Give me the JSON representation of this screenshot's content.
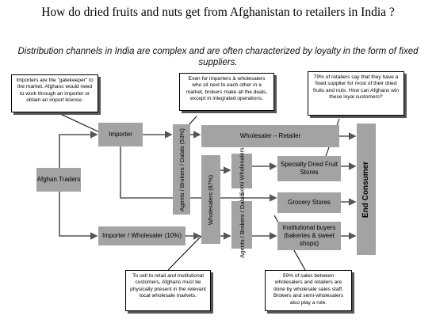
{
  "title": "How do dried fruits and nuts get from Afghanistan to retailers in India ?",
  "subtitle": "Distribution channels in India are complex and are often characterized by loyalty in the form of fixed suppliers.",
  "nodes": {
    "afghan_traders": "Afghan Traders",
    "importer": "Importer",
    "importer_wholesaler": "Importer / Wholesaler (10%)",
    "agents_brokers_dalals_top": "Agents / Brokers / Dalals (53%)",
    "wholesalers": "Wholesalers (87%)",
    "agents_brokers_dalals_bottom": "Agents / Brokers / Dalals",
    "semi_wholesalers": "Semi Wholesalers",
    "wholesaler_retailer": "Wholesaler – Retailer",
    "specialty_stores": "Specialty Dried Fruit Stores",
    "grocery_stores": "Grocery Stores",
    "institutional_buyers": "Institutional buyers (bakeries & sweet shops)",
    "end_consumer": "End Consumer"
  },
  "callouts": {
    "importers_gatekeeper": "Importers are the \"gatekeeper\" to the market. Afghans would need to work through an importer or obtain an import license.",
    "brokers_all_deals": "Even for importers & wholesalers who sit next to each other in a market, brokers make all the deals, except in integrated operations.",
    "fixed_supplier": "79% of retailers say that they have a fixed supplier for most of their dried fruits and nuts. How can Afghans win these loyal customers?",
    "physically_present": "To sell to retail and institutional customers, Afghans must be physically present in the relevant local wholesale markets.",
    "sales_between": "59% of sales between wholesalers and retailers are done by wholesale sales staff. Brokers and semi-wholesalers also play a role."
  },
  "colors": {
    "box": "#a3a3a3",
    "box_light": "#cfcfcf",
    "line": "#555555"
  }
}
